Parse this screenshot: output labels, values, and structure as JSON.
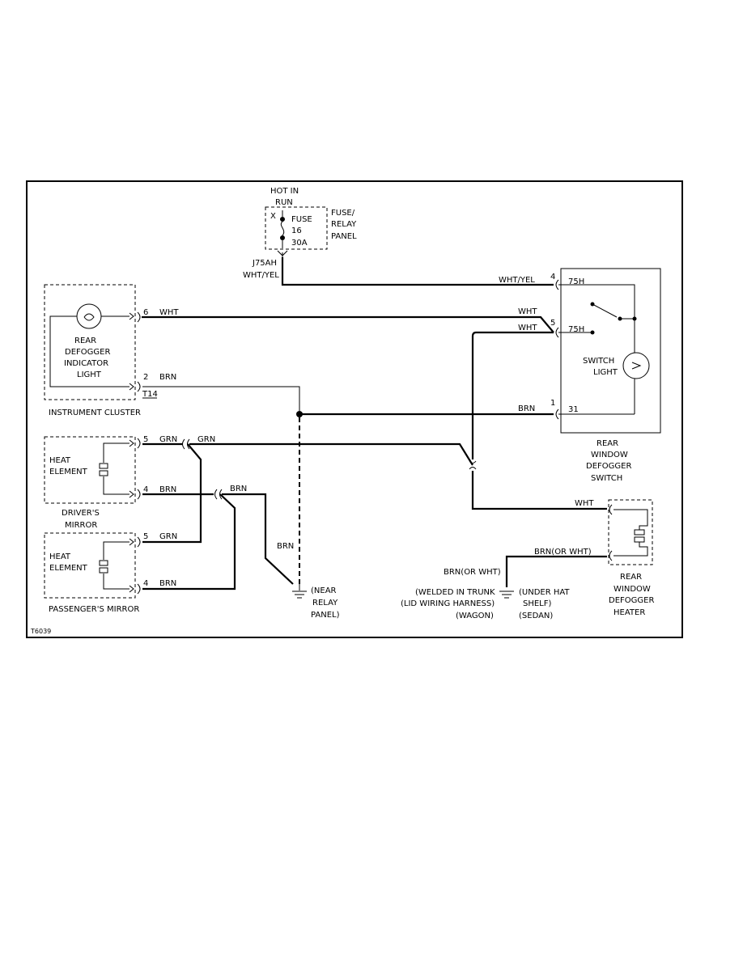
{
  "fuse_panel": {
    "hot_in_line1": "HOT IN",
    "hot_in_line2": "RUN",
    "x_mark": "X",
    "fuse_label": "FUSE",
    "fuse_number": "16",
    "fuse_rating": "30A",
    "panel_line1": "FUSE/",
    "panel_line2": "RELAY",
    "panel_line3": "PANEL",
    "connector": "J75AH",
    "wire": "WHT/YEL"
  },
  "instrument_cluster": {
    "label": "INSTRUMENT CLUSTER",
    "indicator_line1": "REAR",
    "indicator_line2": "DEFOGGER",
    "indicator_line3": "INDICATOR",
    "indicator_line4": "LIGHT",
    "pin_top": "6",
    "pin_top_wire": "WHT",
    "pin_bottom": "2",
    "pin_bottom_wire": "BRN",
    "connector": "T14"
  },
  "switch": {
    "label_line1": "REAR",
    "label_line2": "WINDOW",
    "label_line3": "DEFOGGER",
    "label_line4": "SWITCH",
    "light_line1": "SWITCH",
    "light_line2": "LIGHT",
    "pin4": "4",
    "pin4_terminal": "75H",
    "pin4_wire": "WHT/YEL",
    "pin5": "5",
    "pin5_terminal": "75H",
    "pin5_wire_a": "WHT",
    "pin5_wire_b": "WHT",
    "pin1": "1",
    "pin1_terminal": "31",
    "pin1_wire": "BRN"
  },
  "drivers_mirror": {
    "label_line1": "DRIVER'S",
    "label_line2": "MIRROR",
    "element_line1": "HEAT",
    "element_line2": "ELEMENT",
    "pin5": "5",
    "pin5_wire": "GRN",
    "pin4": "4",
    "pin4_wire": "BRN",
    "splice_grn": "GRN",
    "splice_brn": "BRN"
  },
  "passengers_mirror": {
    "label": "PASSENGER'S MIRROR",
    "element_line1": "HEAT",
    "element_line2": "ELEMENT",
    "pin5": "5",
    "pin5_wire": "GRN",
    "pin4": "4",
    "pin4_wire": "BRN"
  },
  "ground_relay": {
    "wire": "BRN",
    "line1": "(NEAR",
    "line2": "RELAY",
    "line3": "PANEL)"
  },
  "heater": {
    "label_line1": "REAR",
    "label_line2": "WINDOW",
    "label_line3": "DEFOGGER",
    "label_line4": "HEATER",
    "wire_top": "WHT",
    "wire_bottom": "BRN(OR WHT)"
  },
  "ground_trunk": {
    "wire": "BRN(OR WHT)",
    "wagon_line1": "(WELDED IN TRUNK",
    "wagon_line2": "(LID WIRING HARNESS)",
    "wagon_line3": "(WAGON)",
    "sedan_line1": "(UNDER HAT",
    "sedan_line2": "SHELF)",
    "sedan_line3": "(SEDAN)"
  },
  "figure_id": "T6039"
}
